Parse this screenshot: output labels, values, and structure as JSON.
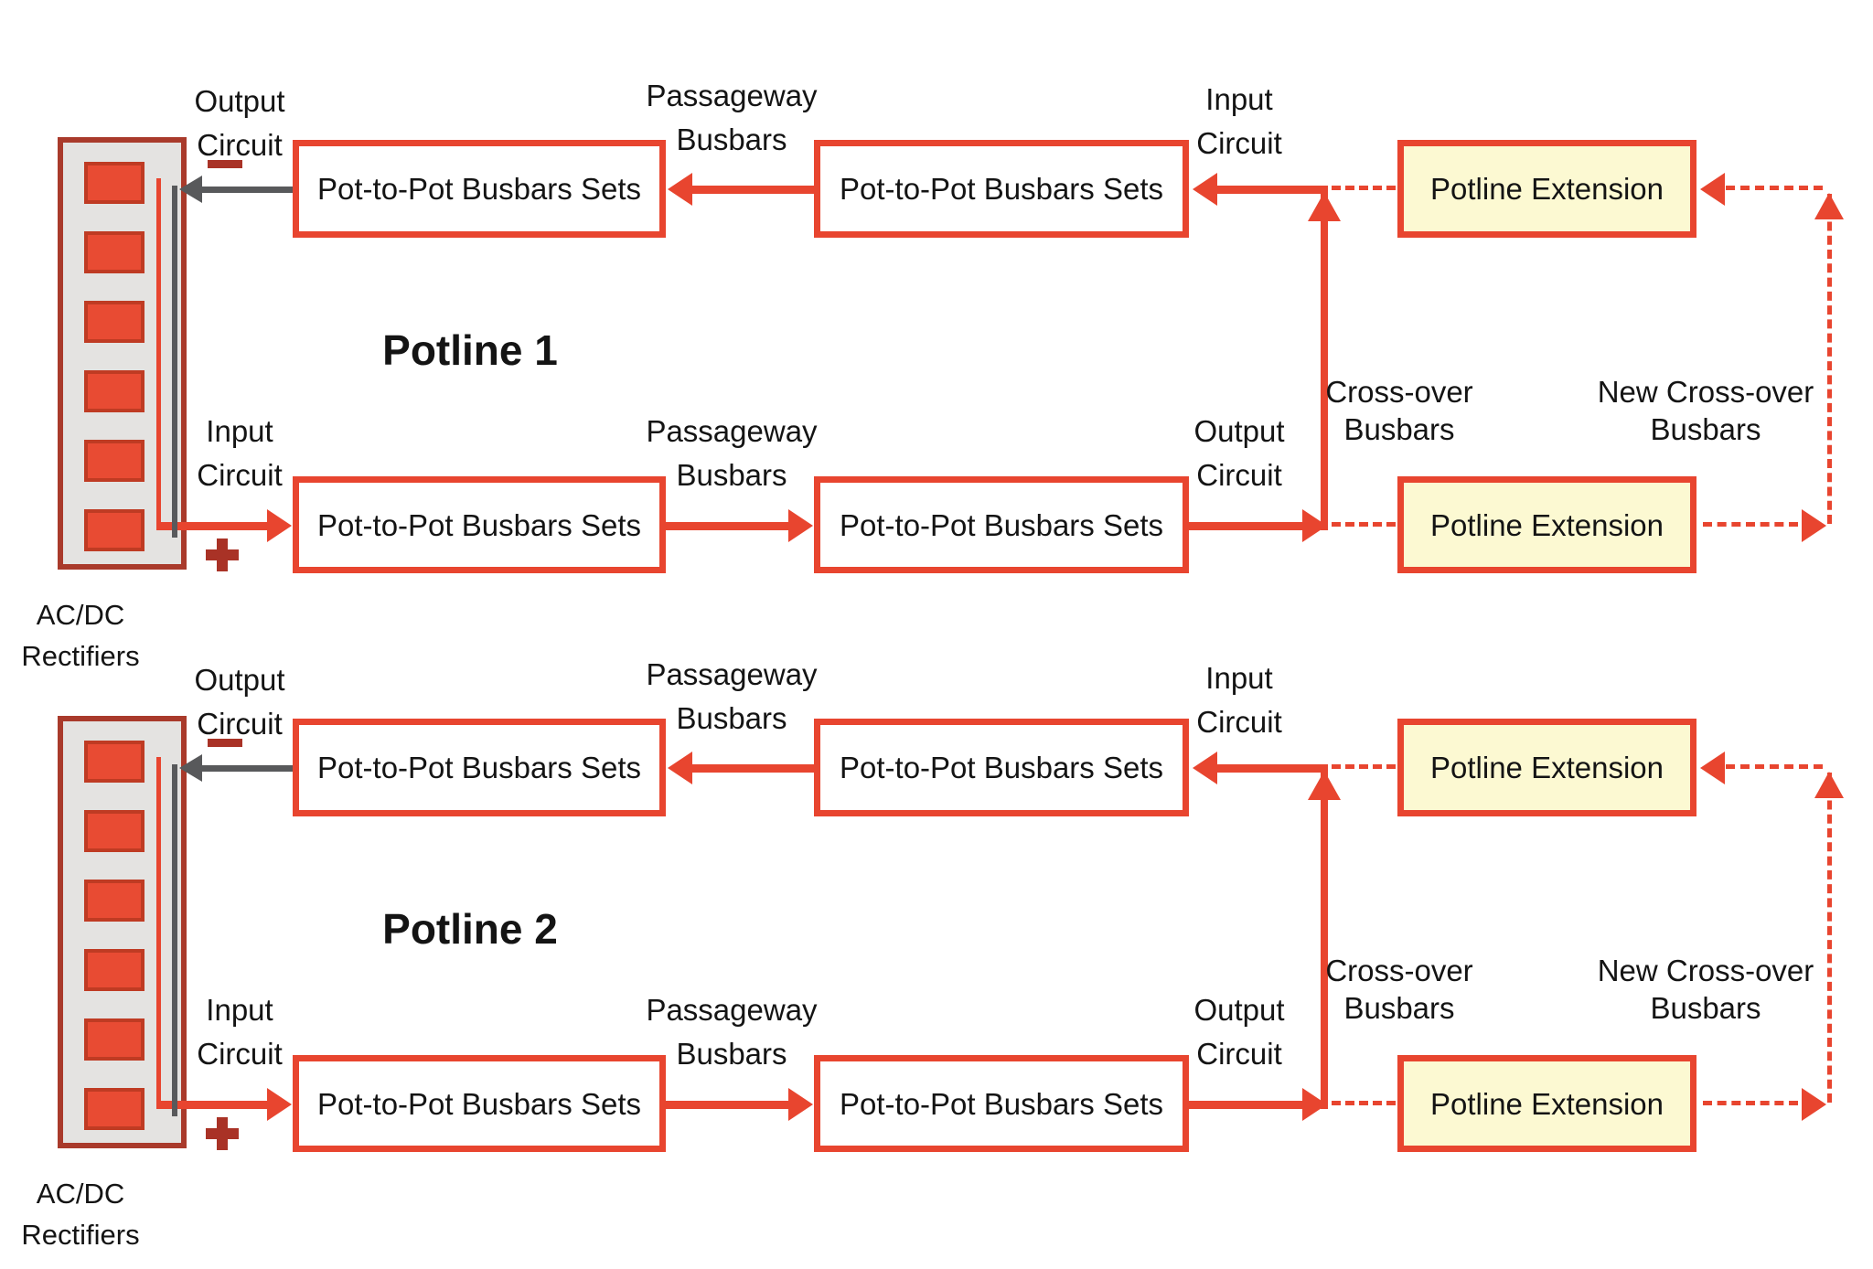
{
  "colors": {
    "red": "#e8452f",
    "dkred": "#a93226",
    "sqfill": "#e84b33",
    "sqborder": "#bf3b23",
    "rectborder": "#a93a2b",
    "rectfill": "#e4e3e1",
    "gray": "#58595b",
    "yellow": "#fcf9d2",
    "ink": "#141414"
  },
  "potlines": [
    {
      "title": "Potline 1",
      "rectifier": {
        "line1": "AC/DC",
        "line2": "Rectifiers",
        "cells": 6,
        "polarity_negative": "−",
        "polarity_positive": "+"
      },
      "labels": {
        "output_circuit_left": {
          "line1": "Output",
          "line2": "Circuit"
        },
        "input_circuit_left": {
          "line1": "Input",
          "line2": "Circuit"
        },
        "passageway_top": {
          "line1": "Passageway",
          "line2": "Busbars"
        },
        "passageway_bottom": {
          "line1": "Passageway",
          "line2": "Busbars"
        },
        "input_circuit_right": {
          "line1": "Input",
          "line2": "Circuit"
        },
        "output_circuit_right": {
          "line1": "Output",
          "line2": "Circuit"
        },
        "crossover": {
          "line1": "Cross-over",
          "line2": "Busbars"
        },
        "new_crossover": {
          "line1": "New Cross-over",
          "line2": "Busbars"
        }
      },
      "boxes": {
        "pot_to_pot_top_1": "Pot-to-Pot Busbars Sets",
        "pot_to_pot_top_2": "Pot-to-Pot Busbars Sets",
        "pot_to_pot_bottom_1": "Pot-to-Pot Busbars Sets",
        "pot_to_pot_bottom_2": "Pot-to-Pot Busbars Sets",
        "extension_top": "Potline Extension",
        "extension_bottom": "Potline Extension"
      }
    },
    {
      "title": "Potline 2",
      "rectifier": {
        "line1": "AC/DC",
        "line2": "Rectifiers",
        "cells": 6,
        "polarity_negative": "−",
        "polarity_positive": "+"
      },
      "labels": {
        "output_circuit_left": {
          "line1": "Output",
          "line2": "Circuit"
        },
        "input_circuit_left": {
          "line1": "Input",
          "line2": "Circuit"
        },
        "passageway_top": {
          "line1": "Passageway",
          "line2": "Busbars"
        },
        "passageway_bottom": {
          "line1": "Passageway",
          "line2": "Busbars"
        },
        "input_circuit_right": {
          "line1": "Input",
          "line2": "Circuit"
        },
        "output_circuit_right": {
          "line1": "Output",
          "line2": "Circuit"
        },
        "crossover": {
          "line1": "Cross-over",
          "line2": "Busbars"
        },
        "new_crossover": {
          "line1": "New Cross-over",
          "line2": "Busbars"
        }
      },
      "boxes": {
        "pot_to_pot_top_1": "Pot-to-Pot Busbars Sets",
        "pot_to_pot_top_2": "Pot-to-Pot Busbars Sets",
        "pot_to_pot_bottom_1": "Pot-to-Pot Busbars Sets",
        "pot_to_pot_bottom_2": "Pot-to-Pot Busbars Sets",
        "extension_top": "Potline Extension",
        "extension_bottom": "Potline Extension"
      }
    }
  ]
}
